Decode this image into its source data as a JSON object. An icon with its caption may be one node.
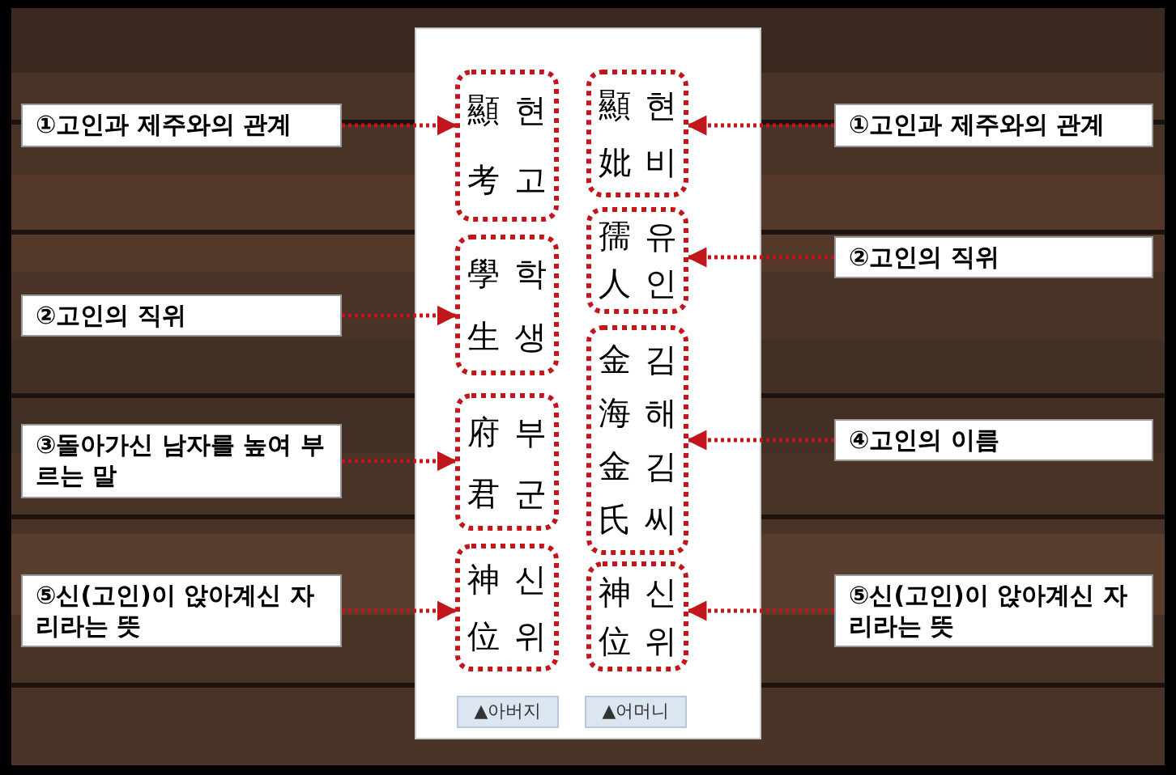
{
  "diagram": {
    "nodes": [
      {
        "text": [
          "①고인과 제주와의 관계"
        ]
      },
      {
        "text": [
          "顯考",
          "현고"
        ]
      },
      {
        "text": [
          "顯妣",
          "현비"
        ]
      },
      {
        "text": [
          "①고인과 제주와의 관계"
        ]
      },
      {
        "text": [
          "②고인의 직위"
        ]
      },
      {
        "text": [
          "學生",
          "학생"
        ]
      },
      {
        "text": [
          "孺人",
          "유인"
        ]
      },
      {
        "text": [
          "②고인의 직위"
        ]
      },
      {
        "text": [
          "③돌아가신 남자를 높여 부르는 말"
        ]
      },
      {
        "text": [
          "府君",
          "부군"
        ]
      },
      {
        "text": [
          "金海金氏",
          "김해김씨"
        ]
      },
      {
        "text": [
          "④고인의 이름"
        ]
      },
      {
        "text": [
          "⑤신(고인)이 앉아계신 자리라는 뜻"
        ]
      },
      {
        "text": [
          "神位",
          "신위"
        ]
      },
      {
        "text": [
          "神位",
          "신위"
        ]
      },
      {
        "text": [
          "⑤신(고인)이 앉아계신 자리라는 뜻"
        ]
      },
      {
        "text": [
          "▲아버지"
        ]
      },
      {
        "text": [
          "▲어머니"
        ]
      }
    ],
    "edges": [
      {
        "from": 0,
        "to": 1,
        "arrow": "to"
      },
      {
        "from": 3,
        "to": 2,
        "arrow": "to"
      },
      {
        "from": 4,
        "to": 5,
        "arrow": "to"
      },
      {
        "from": 7,
        "to": 6,
        "arrow": "to"
      },
      {
        "from": 8,
        "to": 9,
        "arrow": "to"
      },
      {
        "from": 11,
        "to": 10,
        "arrow": "to"
      },
      {
        "from": 12,
        "to": 13,
        "arrow": "to"
      },
      {
        "from": 15,
        "to": 14,
        "arrow": "to"
      }
    ]
  }
}
